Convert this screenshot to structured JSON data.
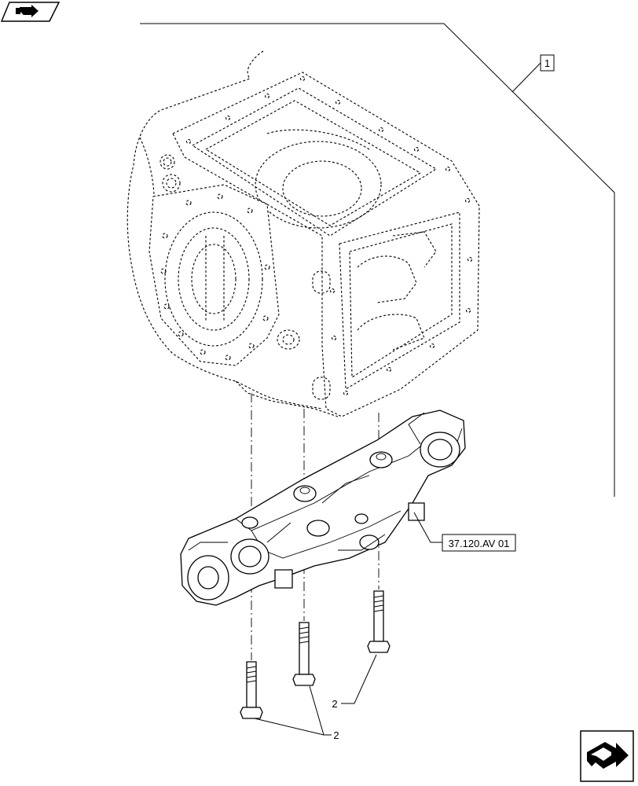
{
  "callouts": {
    "housing_ref": "1",
    "axle_ref": "37.120.AV 01",
    "bolt_ref_right": "2",
    "bolt_ref_left": "2"
  },
  "icons": {
    "top_left": "previous-page-arrow-icon",
    "bottom_right": "next-page-arrow-icon"
  }
}
